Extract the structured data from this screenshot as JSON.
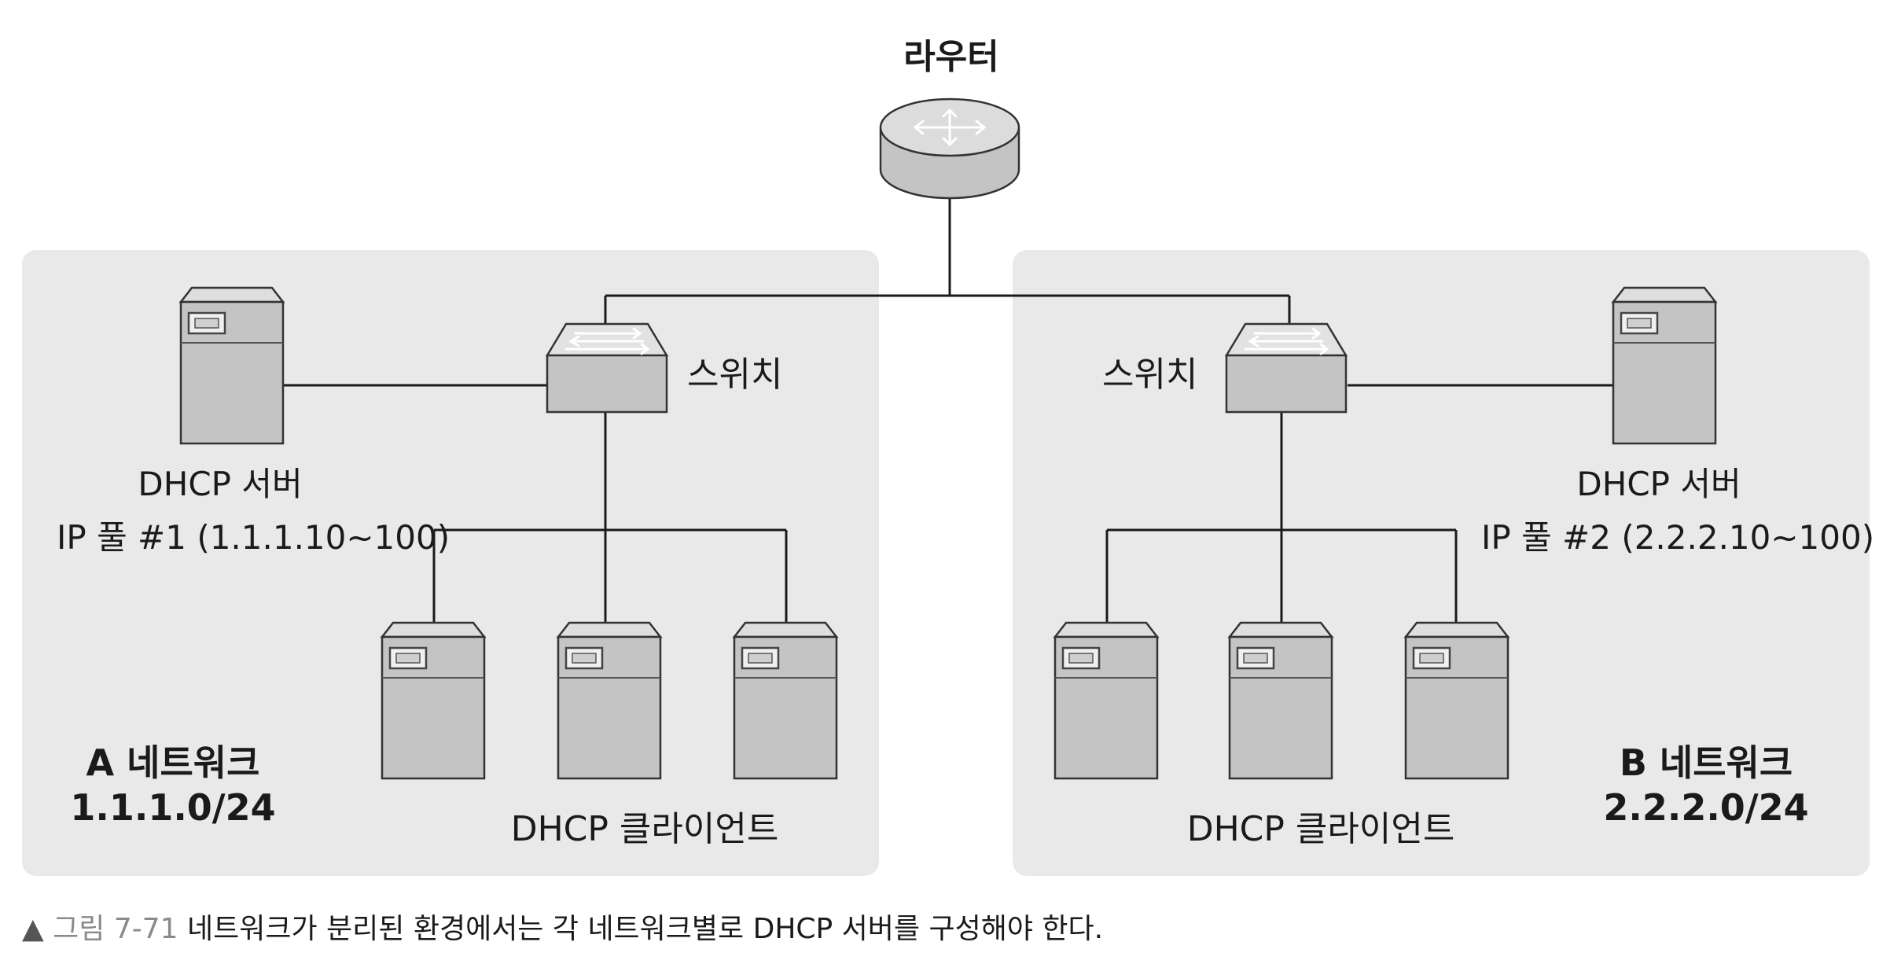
{
  "router": {
    "label": "라우터"
  },
  "switch_a": {
    "label": "스위치"
  },
  "switch_b": {
    "label": "스위치"
  },
  "server_a": {
    "name": "DHCP 서버",
    "pool": "IP 풀 #1 (1.1.1.10~100)"
  },
  "server_b": {
    "name": "DHCP 서버",
    "pool": "IP 풀 #2 (2.2.2.10~100)"
  },
  "clients_a": {
    "label": "DHCP 클라이언트"
  },
  "clients_b": {
    "label": "DHCP 클라이언트"
  },
  "network_a": {
    "name": "A 네트워크",
    "subnet": "1.1.1.0/24"
  },
  "network_b": {
    "name": "B 네트워크",
    "subnet": "2.2.2.0/24"
  },
  "caption": {
    "marker": "▲",
    "figure": "그림 7-71",
    "text": "네트워크가 분리된 환경에서는 각 네트워크별로 DHCP 서버를 구성해야 한다."
  },
  "colors": {
    "panel": "#e9e9e9",
    "device_body": "#c4c4c4",
    "device_top": "#dadada",
    "line": "#1a1a1a"
  },
  "icons": {
    "router": "router-icon",
    "switch": "switch-icon",
    "server": "server-icon"
  }
}
